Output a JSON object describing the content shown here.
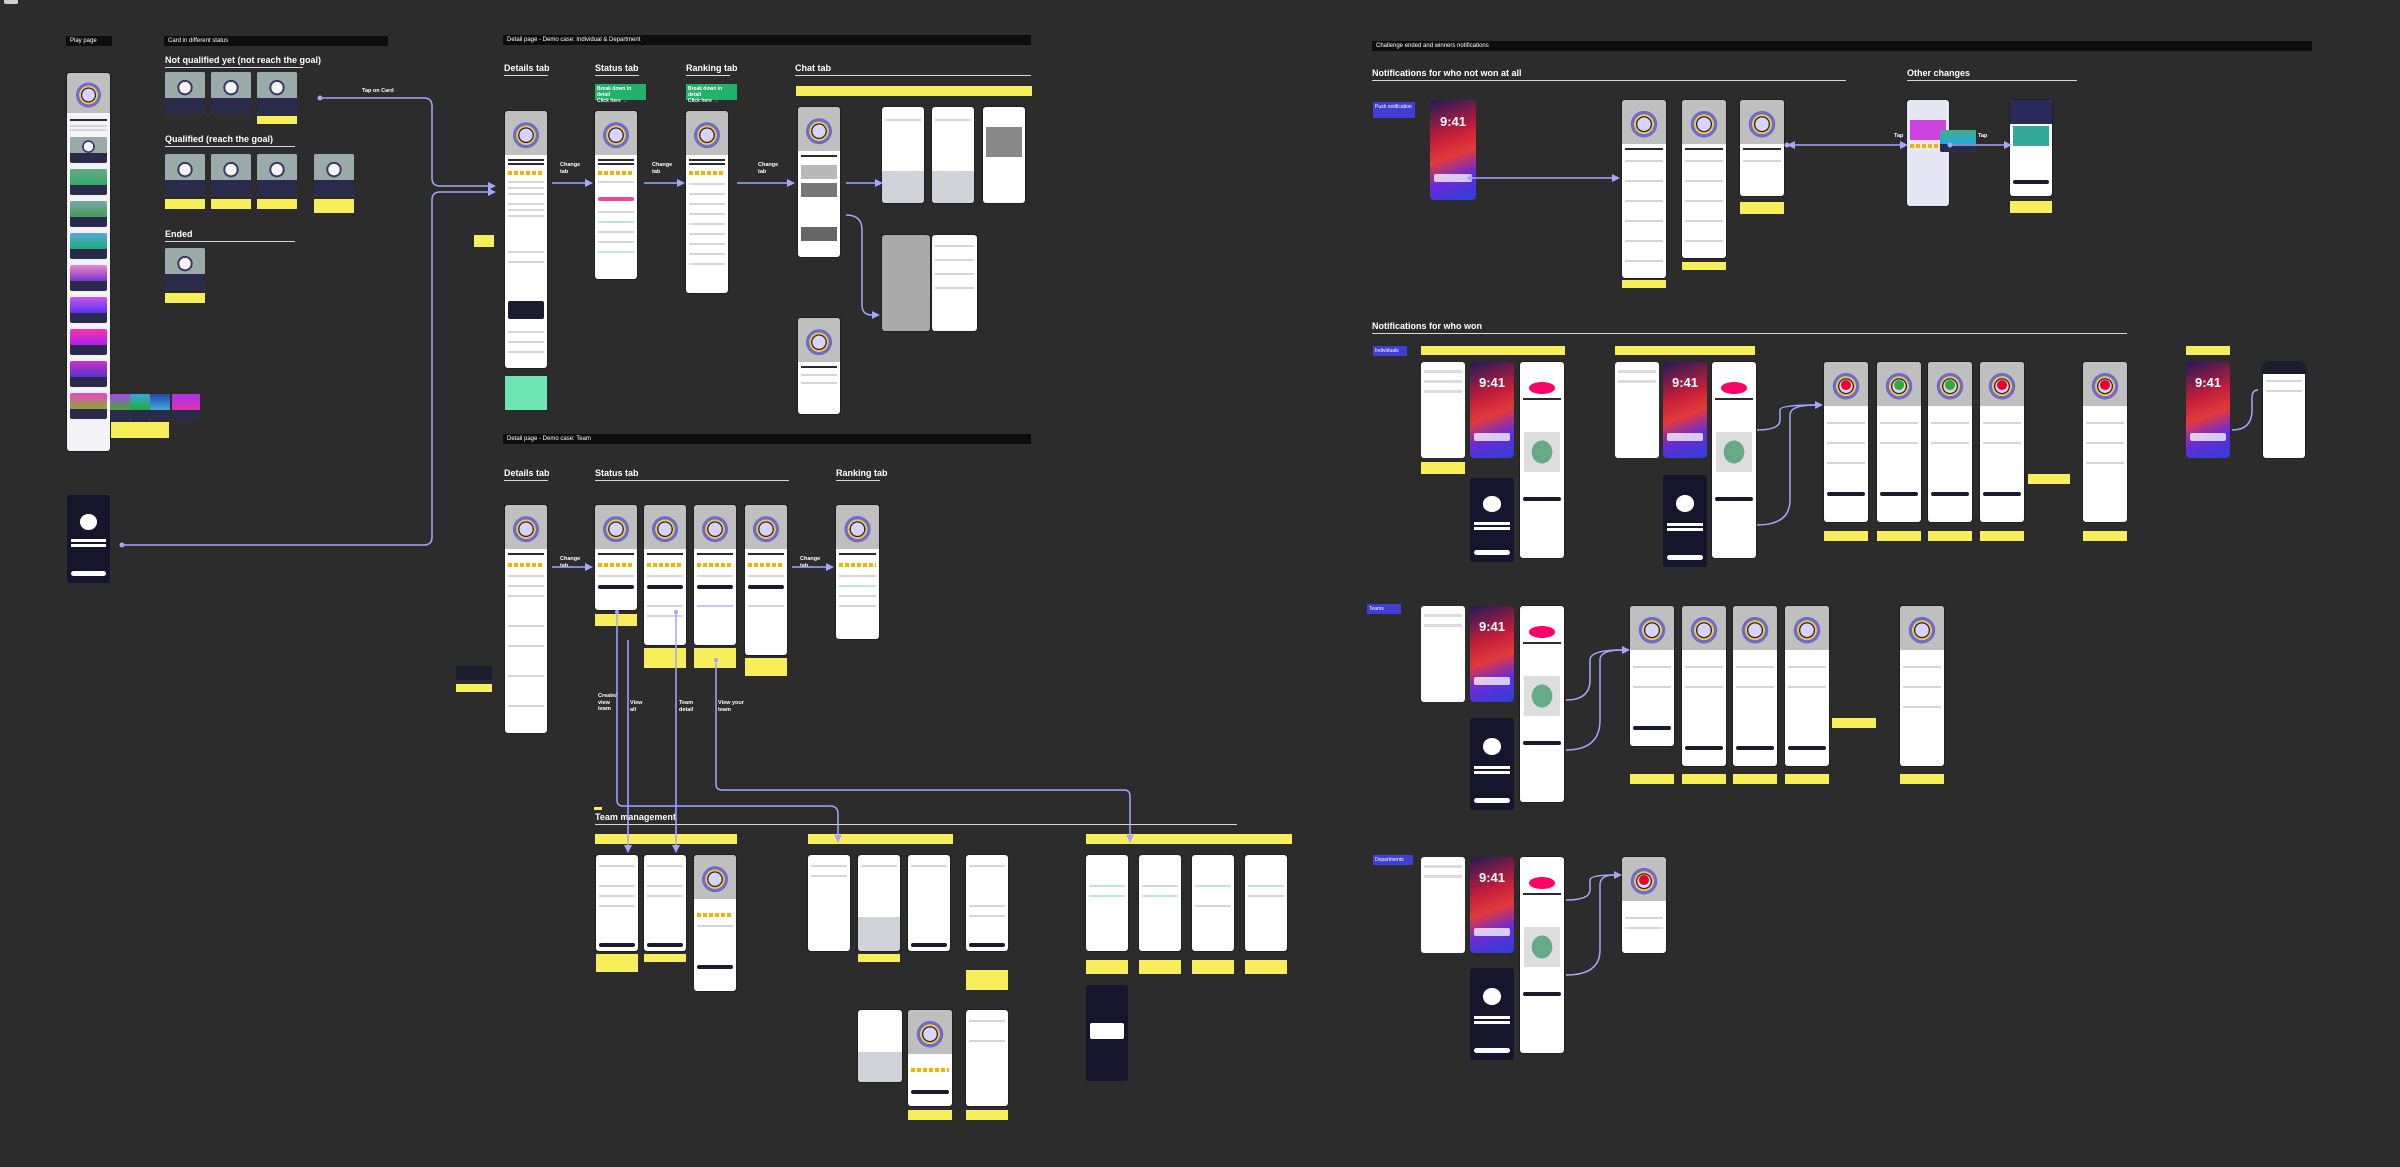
{
  "bars": {
    "play_page": "Play page",
    "card_status": "Card in different status",
    "detail_ind_dept": "Detail page - Demo case: Individual & Department",
    "detail_team": "Detail page - Demo case: Team",
    "challenge_ended": "Challenge ended and winners notifications"
  },
  "card_status": {
    "not_qualified": "Not qualified yet (not reach the goal)",
    "qualified": "Qualified (reach the goal)",
    "ended": "Ended"
  },
  "flow": {
    "tap_on_card": "Tap on Card",
    "change_tab": "Change\ntab",
    "tap": "Tap",
    "create_view_team": "Create/\nview\nteam",
    "view_all": "View\nall",
    "team_detail": "Team\ndetail",
    "view_your_team": "View your\nteam"
  },
  "individual_dept": {
    "details_tab": "Details tab",
    "status_tab": "Status tab",
    "ranking_tab": "Ranking tab",
    "chat_tab": "Chat tab",
    "status_sticker": "Break down in detail\nClick here →",
    "ranking_sticker": "Break down in detail\nClick here →"
  },
  "team_case": {
    "details_tab": "Details tab",
    "status_tab": "Status tab",
    "ranking_tab": "Ranking tab",
    "team_management": "Team management"
  },
  "notifications": {
    "not_won": "Notifications for who not won at all",
    "other_changes": "Other changes",
    "won": "Notifications for who won",
    "push_notification": "Push notification",
    "individuals": "Individuals",
    "teams": "Teams",
    "departments": "Departments"
  },
  "lock_screen": {
    "time": "9:41"
  },
  "colors": {
    "canvas": "#2c2c2c",
    "sticky_note": "#f7ee5a",
    "section_bar": "#0d0d0d",
    "flow_arrow": "#a4a6ff",
    "badge_blue": "#3f3fd6",
    "action_green": "#23b26a"
  }
}
